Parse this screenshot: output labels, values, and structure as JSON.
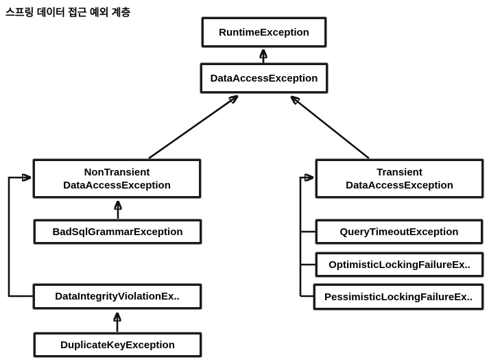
{
  "title": "스프링 데이터 접근 예외 계층",
  "colors": {
    "background": "#ffffff",
    "box_fill": "#ffffff",
    "box_border": "#1b1b1b",
    "text": "#000000",
    "connector": "#111111"
  },
  "nodes": {
    "runtime_exception": {
      "label": "RuntimeException"
    },
    "data_access_exception": {
      "label": "DataAccessException"
    },
    "non_transient": {
      "line1": "NonTransient",
      "line2": "DataAccessException"
    },
    "bad_sql_grammar": {
      "label": "BadSqlGrammarException"
    },
    "data_integrity_violation": {
      "label": "DataIntegrityViolationEx.."
    },
    "duplicate_key": {
      "label": "DuplicateKeyException"
    },
    "transient": {
      "line1": "Transient",
      "line2": "DataAccessException"
    },
    "query_timeout": {
      "label": "QueryTimeoutException"
    },
    "optimistic_locking_failure": {
      "label": "OptimisticLockingFailureEx.."
    },
    "pessimistic_locking_failure": {
      "label": "PessimisticLockingFailureEx.."
    }
  },
  "edges": [
    {
      "from": "DataAccessException",
      "to": "RuntimeException"
    },
    {
      "from": "NonTransient DataAccessException",
      "to": "DataAccessException"
    },
    {
      "from": "Transient DataAccessException",
      "to": "DataAccessException"
    },
    {
      "from": "BadSqlGrammarException",
      "to": "NonTransient DataAccessException"
    },
    {
      "from": "DataIntegrityViolationEx..",
      "to": "NonTransient DataAccessException"
    },
    {
      "from": "DuplicateKeyException",
      "to": "DataIntegrityViolationEx.."
    },
    {
      "from": "QueryTimeoutException",
      "to": "Transient DataAccessException"
    },
    {
      "from": "OptimisticLockingFailureEx..",
      "to": "Transient DataAccessException"
    },
    {
      "from": "PessimisticLockingFailureEx..",
      "to": "Transient DataAccessException"
    }
  ]
}
